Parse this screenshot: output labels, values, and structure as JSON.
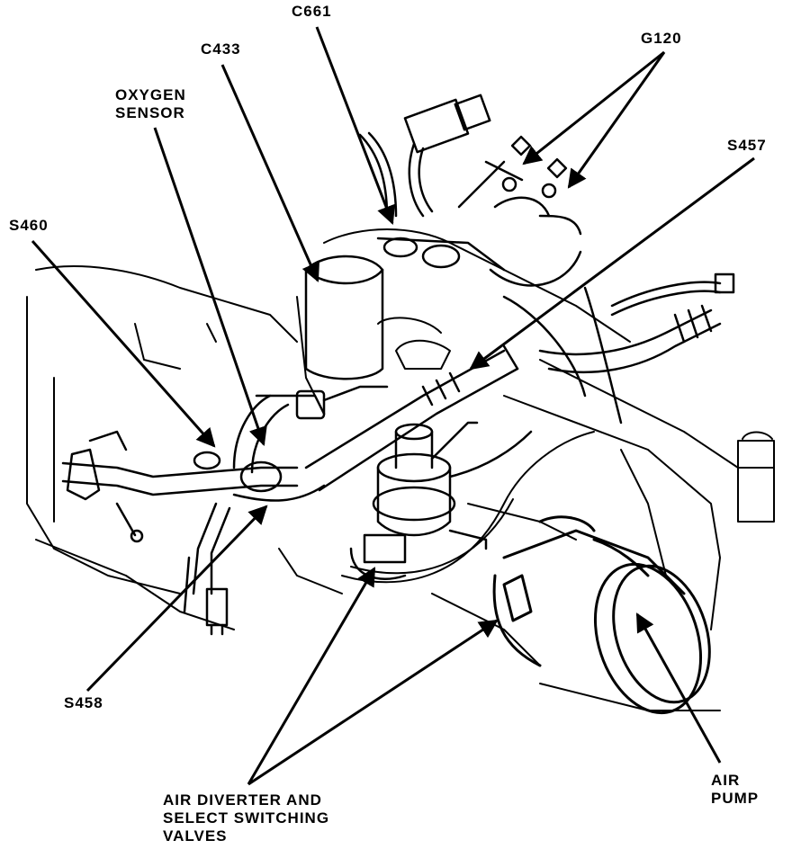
{
  "labels": {
    "c661": "C661",
    "g120": "G120",
    "c433": "C433",
    "oxygen_sensor": [
      "OXYGEN",
      "SENSOR"
    ],
    "s457": "S457",
    "s460": "S460",
    "s458": "S458",
    "air_pump": [
      "AIR",
      "PUMP"
    ],
    "valves": [
      "AIR DIVERTER AND",
      "SELECT SWITCHING",
      "VALVES"
    ]
  },
  "colors": {
    "ink": "#000000",
    "paper": "#ffffff"
  }
}
